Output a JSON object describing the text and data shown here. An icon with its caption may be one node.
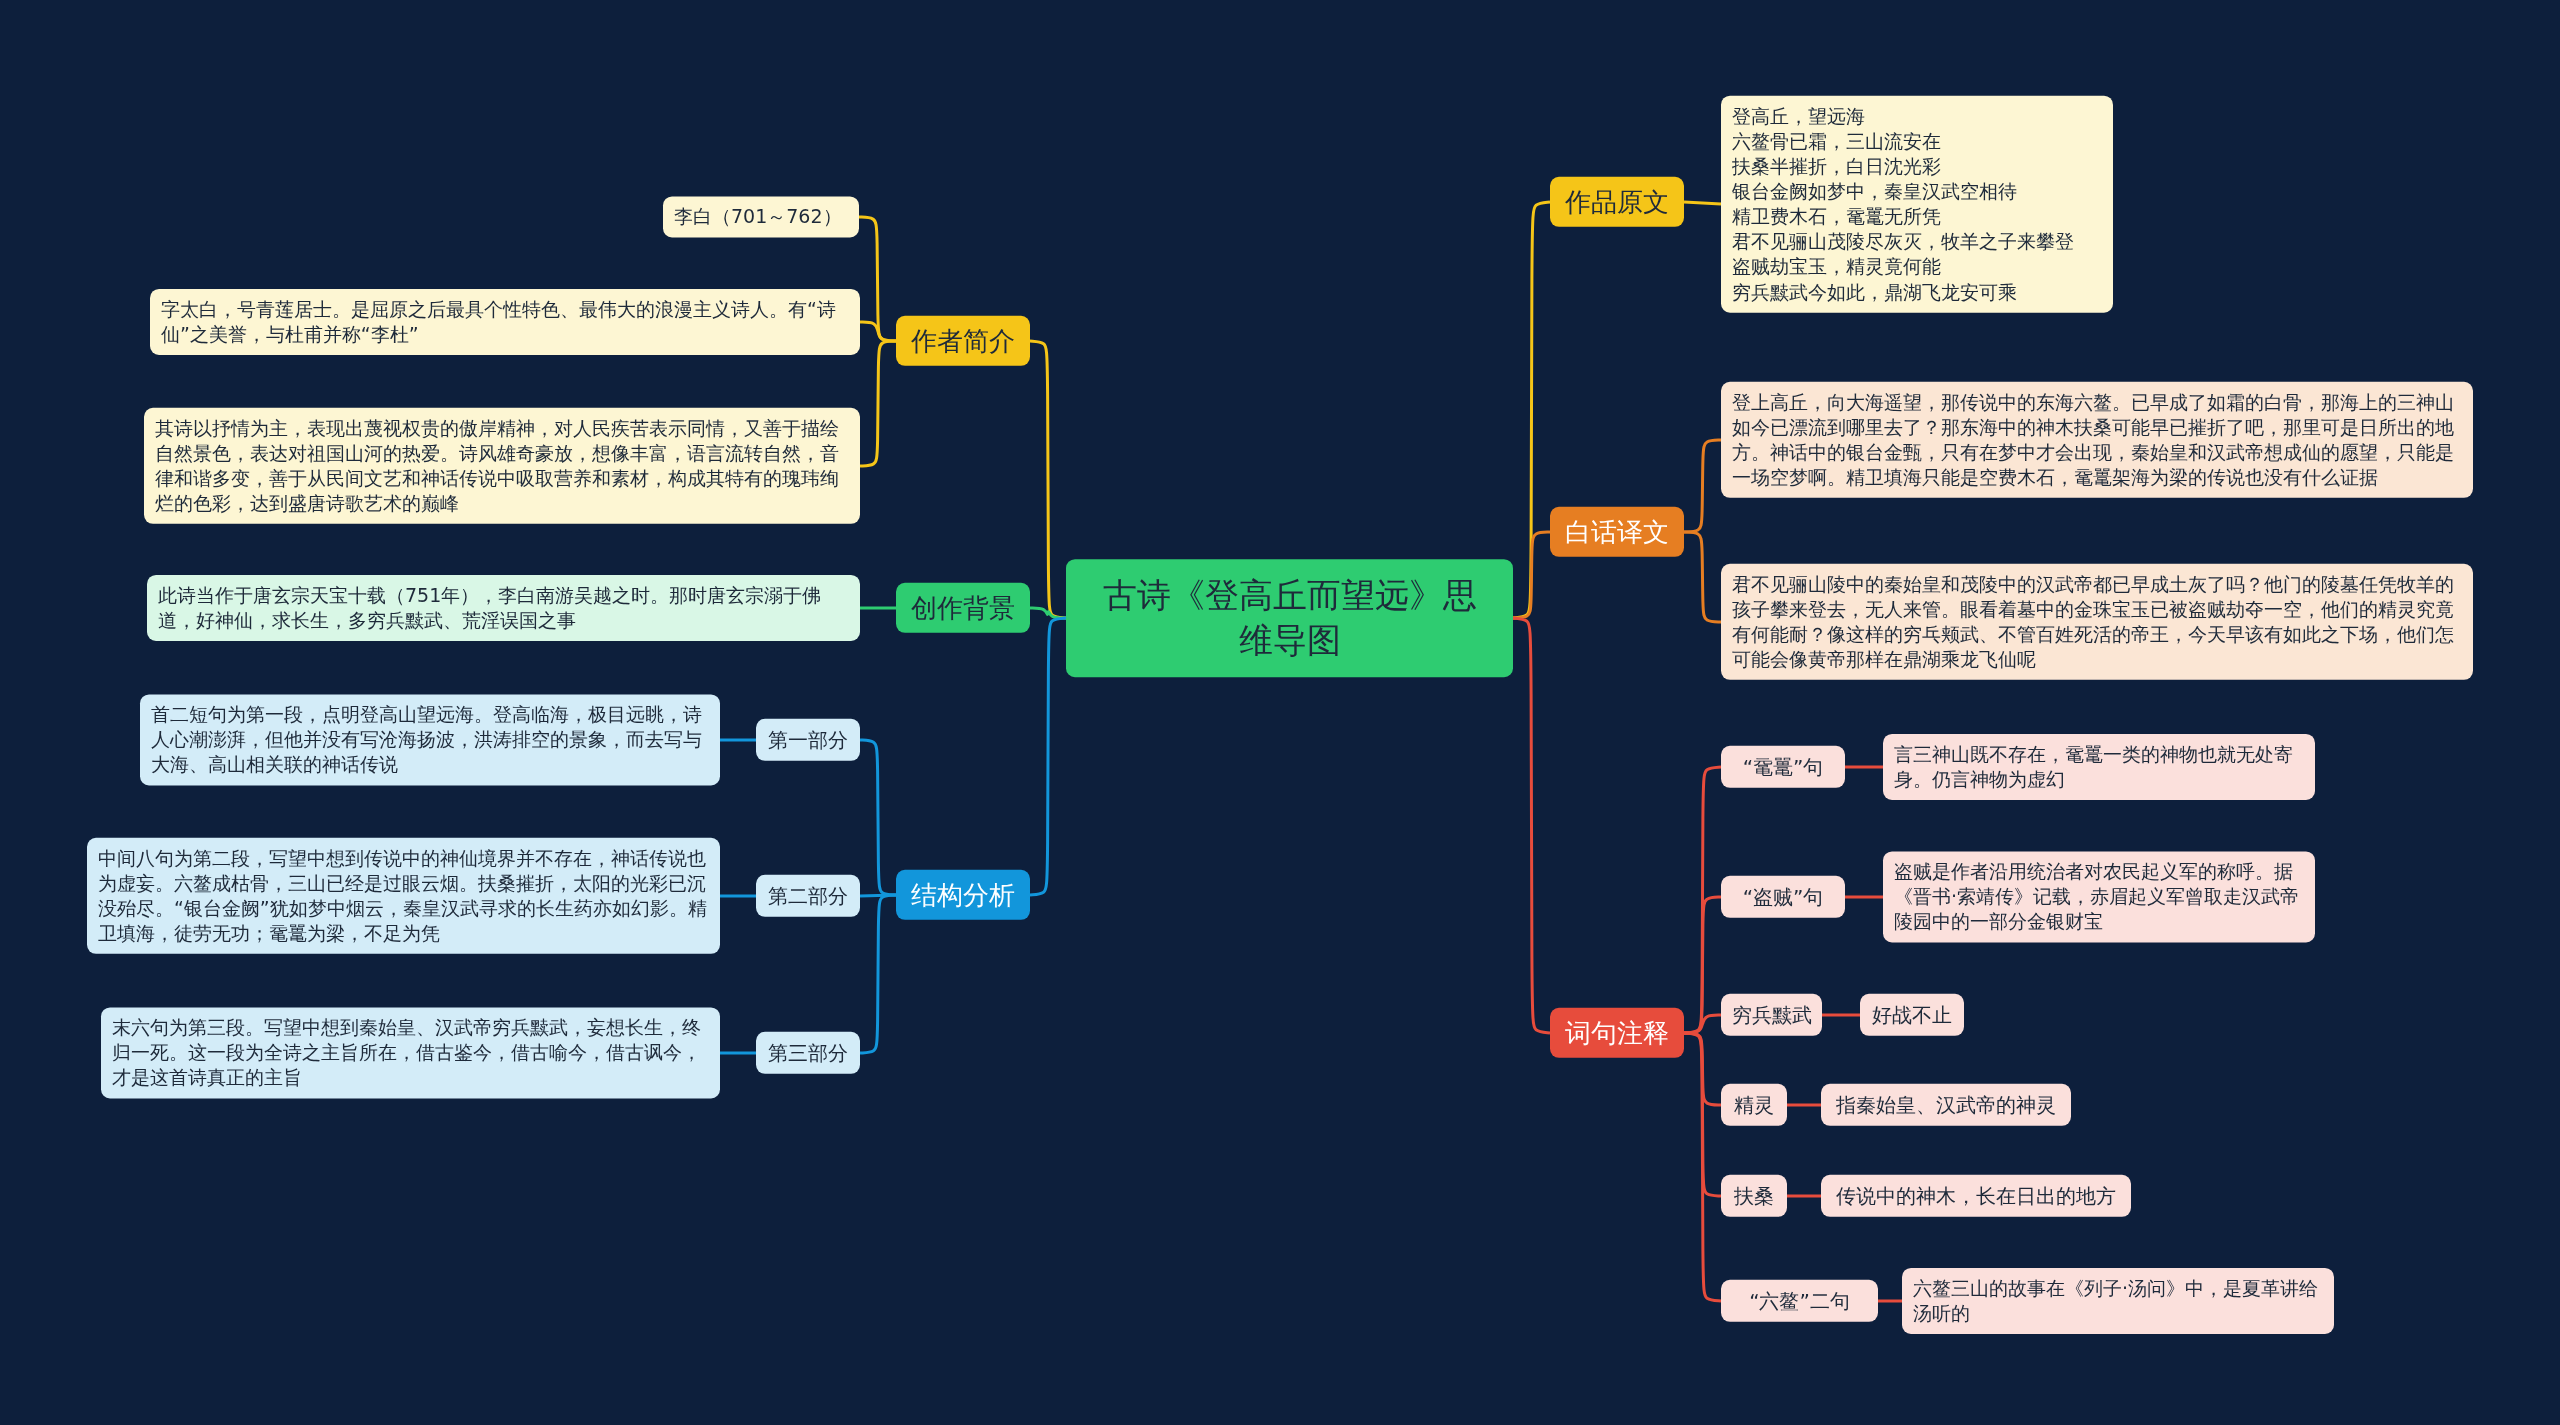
{
  "diagram": {
    "nodes": [
      {
        "text": [
          "古诗《登高丘而望远》思维导图"
        ]
      },
      {
        "text": [
          "作者简介"
        ]
      },
      {
        "text": [
          "李白（701～762）"
        ]
      },
      {
        "text": [
          "字太白，号青莲居士。是屈原之后最具个性特色、最伟大的浪漫主义诗人。有“诗仙”之美誉，与杜甫并称“李杜”"
        ]
      },
      {
        "text": [
          "其诗以抒情为主，表现出蔑视权贵的傲岸精神，对人民疾苦表示同情，又善于描绘自然景色，表达对祖国山河的热爱。诗风雄奇豪放，想像丰富，语言流转自然，音律和谐多变，善于从民间文艺和神话传说中吸取营养和素材，构成其特有的瑰玮绚烂的色彩，达到盛唐诗歌艺术的巅峰"
        ]
      },
      {
        "text": [
          "创作背景"
        ]
      },
      {
        "text": [
          "此诗当作于唐玄宗天宝十载（751年），李白南游吴越之时。那时唐玄宗溺于佛道，好神仙，求长生，多穷兵黩武、荒淫误国之事"
        ]
      },
      {
        "text": [
          "结构分析"
        ]
      },
      {
        "text": [
          "第一部分"
        ]
      },
      {
        "text": [
          "首二短句为第一段，点明登高山望远海。登高临海，极目远眺，诗人心潮澎湃，但他并没有写沧海扬波，洪涛排空的景象，而去写与大海、高山相关联的神话传说"
        ]
      },
      {
        "text": [
          "第二部分"
        ]
      },
      {
        "text": [
          "中间八句为第二段，写望中想到传说中的神仙境界并不存在，神话传说也为虚妄。六鳌成枯骨，三山已经是过眼云烟。扶桑摧折，太阳的光彩已沉没殆尽。“银台金阙”犹如梦中烟云，秦皇汉武寻求的长生药亦如幻影。精卫填海，徒劳无功；鼋鼍为梁，不足为凭"
        ]
      },
      {
        "text": [
          "第三部分"
        ]
      },
      {
        "text": [
          "末六句为第三段。写望中想到秦始皇、汉武帝穷兵黩武，妄想长生，终归一死。这一段为全诗之主旨所在，借古鉴今，借古喻今，借古讽今，才是这首诗真正的主旨"
        ]
      },
      {
        "text": [
          "作品原文"
        ]
      },
      {
        "text": [
          "登高丘，望远海",
          "六鳌骨已霜，三山流安在",
          "扶桑半摧折，白日沈光彩",
          "银台金阙如梦中，秦皇汉武空相待",
          "精卫费木石，鼋鼍无所凭",
          "君不见骊山茂陵尽灰灭，牧羊之子来攀登",
          "盗贼劫宝玉，精灵竟何能",
          "穷兵黩武今如此，鼎湖飞龙安可乘"
        ]
      },
      {
        "text": [
          "白话译文"
        ]
      },
      {
        "text": [
          "登上高丘，向大海遥望，那传说中的东海六鳌。已早成了如霜的白骨，那海上的三神山如今已漂流到哪里去了？那东海中的神木扶桑可能早已摧折了吧，那里可是日所出的地方。神话中的银台金甄，只有在梦中才会出现，秦始皇和汉武帝想成仙的愿望，只能是一场空梦啊。精卫填海只能是空费木石，鼋鼍架海为梁的传说也没有什么证据"
        ]
      },
      {
        "text": [
          "君不见骊山陵中的秦始皇和茂陵中的汉武帝都已早成土灰了吗？他门的陵墓任凭牧羊的孩子攀来登去，无人来管。眼看着墓中的金珠宝玉已被盗贼劫夺一空，他们的精灵究竟有何能耐？像这样的穷乓颊武、不管百姓死活的帝王，今天早该有如此之下场，他们怎可能会像黄帝那样在鼎湖乘龙飞仙呢"
        ]
      },
      {
        "text": [
          "词句注释"
        ]
      },
      {
        "text": [
          "“鼋鼍”句"
        ]
      },
      {
        "text": [
          "言三神山既不存在，鼋鼍一类的神物也就无处寄身。仍言神物为虚幻"
        ]
      },
      {
        "text": [
          "“盗贼”句"
        ]
      },
      {
        "text": [
          "盗贼是作者沿用统治者对农民起义军的称呼。据《晋书·索靖传》记载，赤眉起义军曾取走汉武帝陵园中的一部分金银财宝"
        ]
      },
      {
        "text": [
          "穷兵黩武"
        ]
      },
      {
        "text": [
          "好战不止"
        ]
      },
      {
        "text": [
          "精灵"
        ]
      },
      {
        "text": [
          "指秦始皇、汉武帝的神灵"
        ]
      },
      {
        "text": [
          "扶桑"
        ]
      },
      {
        "text": [
          "传说中的神木，长在日出的地方"
        ]
      },
      {
        "text": [
          "“六鳌”二句"
        ]
      },
      {
        "text": [
          "六鳌三山的故事在《列子·汤问》中，是夏革讲给汤听的"
        ]
      }
    ],
    "edges": [
      {
        "from": 0,
        "to": 1,
        "arrow": "none",
        "color": "#f5c518"
      },
      {
        "from": 1,
        "to": 2,
        "arrow": "none",
        "color": "#f5c518"
      },
      {
        "from": 1,
        "to": 3,
        "arrow": "none",
        "color": "#f5c518"
      },
      {
        "from": 1,
        "to": 4,
        "arrow": "none",
        "color": "#f5c518"
      },
      {
        "from": 0,
        "to": 5,
        "arrow": "none",
        "color": "#2ecc71"
      },
      {
        "from": 5,
        "to": 6,
        "arrow": "none",
        "color": "#2ecc71"
      },
      {
        "from": 0,
        "to": 7,
        "arrow": "none",
        "color": "#1296db"
      },
      {
        "from": 7,
        "to": 8,
        "arrow": "none",
        "color": "#1296db"
      },
      {
        "from": 8,
        "to": 9,
        "arrow": "none",
        "color": "#1296db"
      },
      {
        "from": 7,
        "to": 10,
        "arrow": "none",
        "color": "#1296db"
      },
      {
        "from": 10,
        "to": 11,
        "arrow": "none",
        "color": "#1296db"
      },
      {
        "from": 7,
        "to": 12,
        "arrow": "none",
        "color": "#1296db"
      },
      {
        "from": 12,
        "to": 13,
        "arrow": "none",
        "color": "#1296db"
      },
      {
        "from": 0,
        "to": 14,
        "arrow": "none",
        "color": "#f5c518"
      },
      {
        "from": 14,
        "to": 15,
        "arrow": "none",
        "color": "#f5c518"
      },
      {
        "from": 0,
        "to": 16,
        "arrow": "none",
        "color": "#e67e22"
      },
      {
        "from": 16,
        "to": 17,
        "arrow": "none",
        "color": "#e67e22"
      },
      {
        "from": 16,
        "to": 18,
        "arrow": "none",
        "color": "#e67e22"
      },
      {
        "from": 0,
        "to": 19,
        "arrow": "none",
        "color": "#e74c3c"
      },
      {
        "from": 19,
        "to": 20,
        "arrow": "none",
        "color": "#e74c3c"
      },
      {
        "from": 20,
        "to": 21,
        "arrow": "none",
        "color": "#e74c3c"
      },
      {
        "from": 19,
        "to": 22,
        "arrow": "none",
        "color": "#e74c3c"
      },
      {
        "from": 22,
        "to": 23,
        "arrow": "none",
        "color": "#e74c3c"
      },
      {
        "from": 19,
        "to": 24,
        "arrow": "none",
        "color": "#e74c3c"
      },
      {
        "from": 24,
        "to": 25,
        "arrow": "none",
        "color": "#e74c3c"
      },
      {
        "from": 19,
        "to": 26,
        "arrow": "none",
        "color": "#e74c3c"
      },
      {
        "from": 26,
        "to": 27,
        "arrow": "none",
        "color": "#e74c3c"
      },
      {
        "from": 19,
        "to": 28,
        "arrow": "none",
        "color": "#e74c3c"
      },
      {
        "from": 28,
        "to": 29,
        "arrow": "none",
        "color": "#e74c3c"
      },
      {
        "from": 19,
        "to": 30,
        "arrow": "none",
        "color": "#e74c3c"
      },
      {
        "from": 30,
        "to": 31,
        "arrow": "none",
        "color": "#e74c3c"
      }
    ]
  }
}
